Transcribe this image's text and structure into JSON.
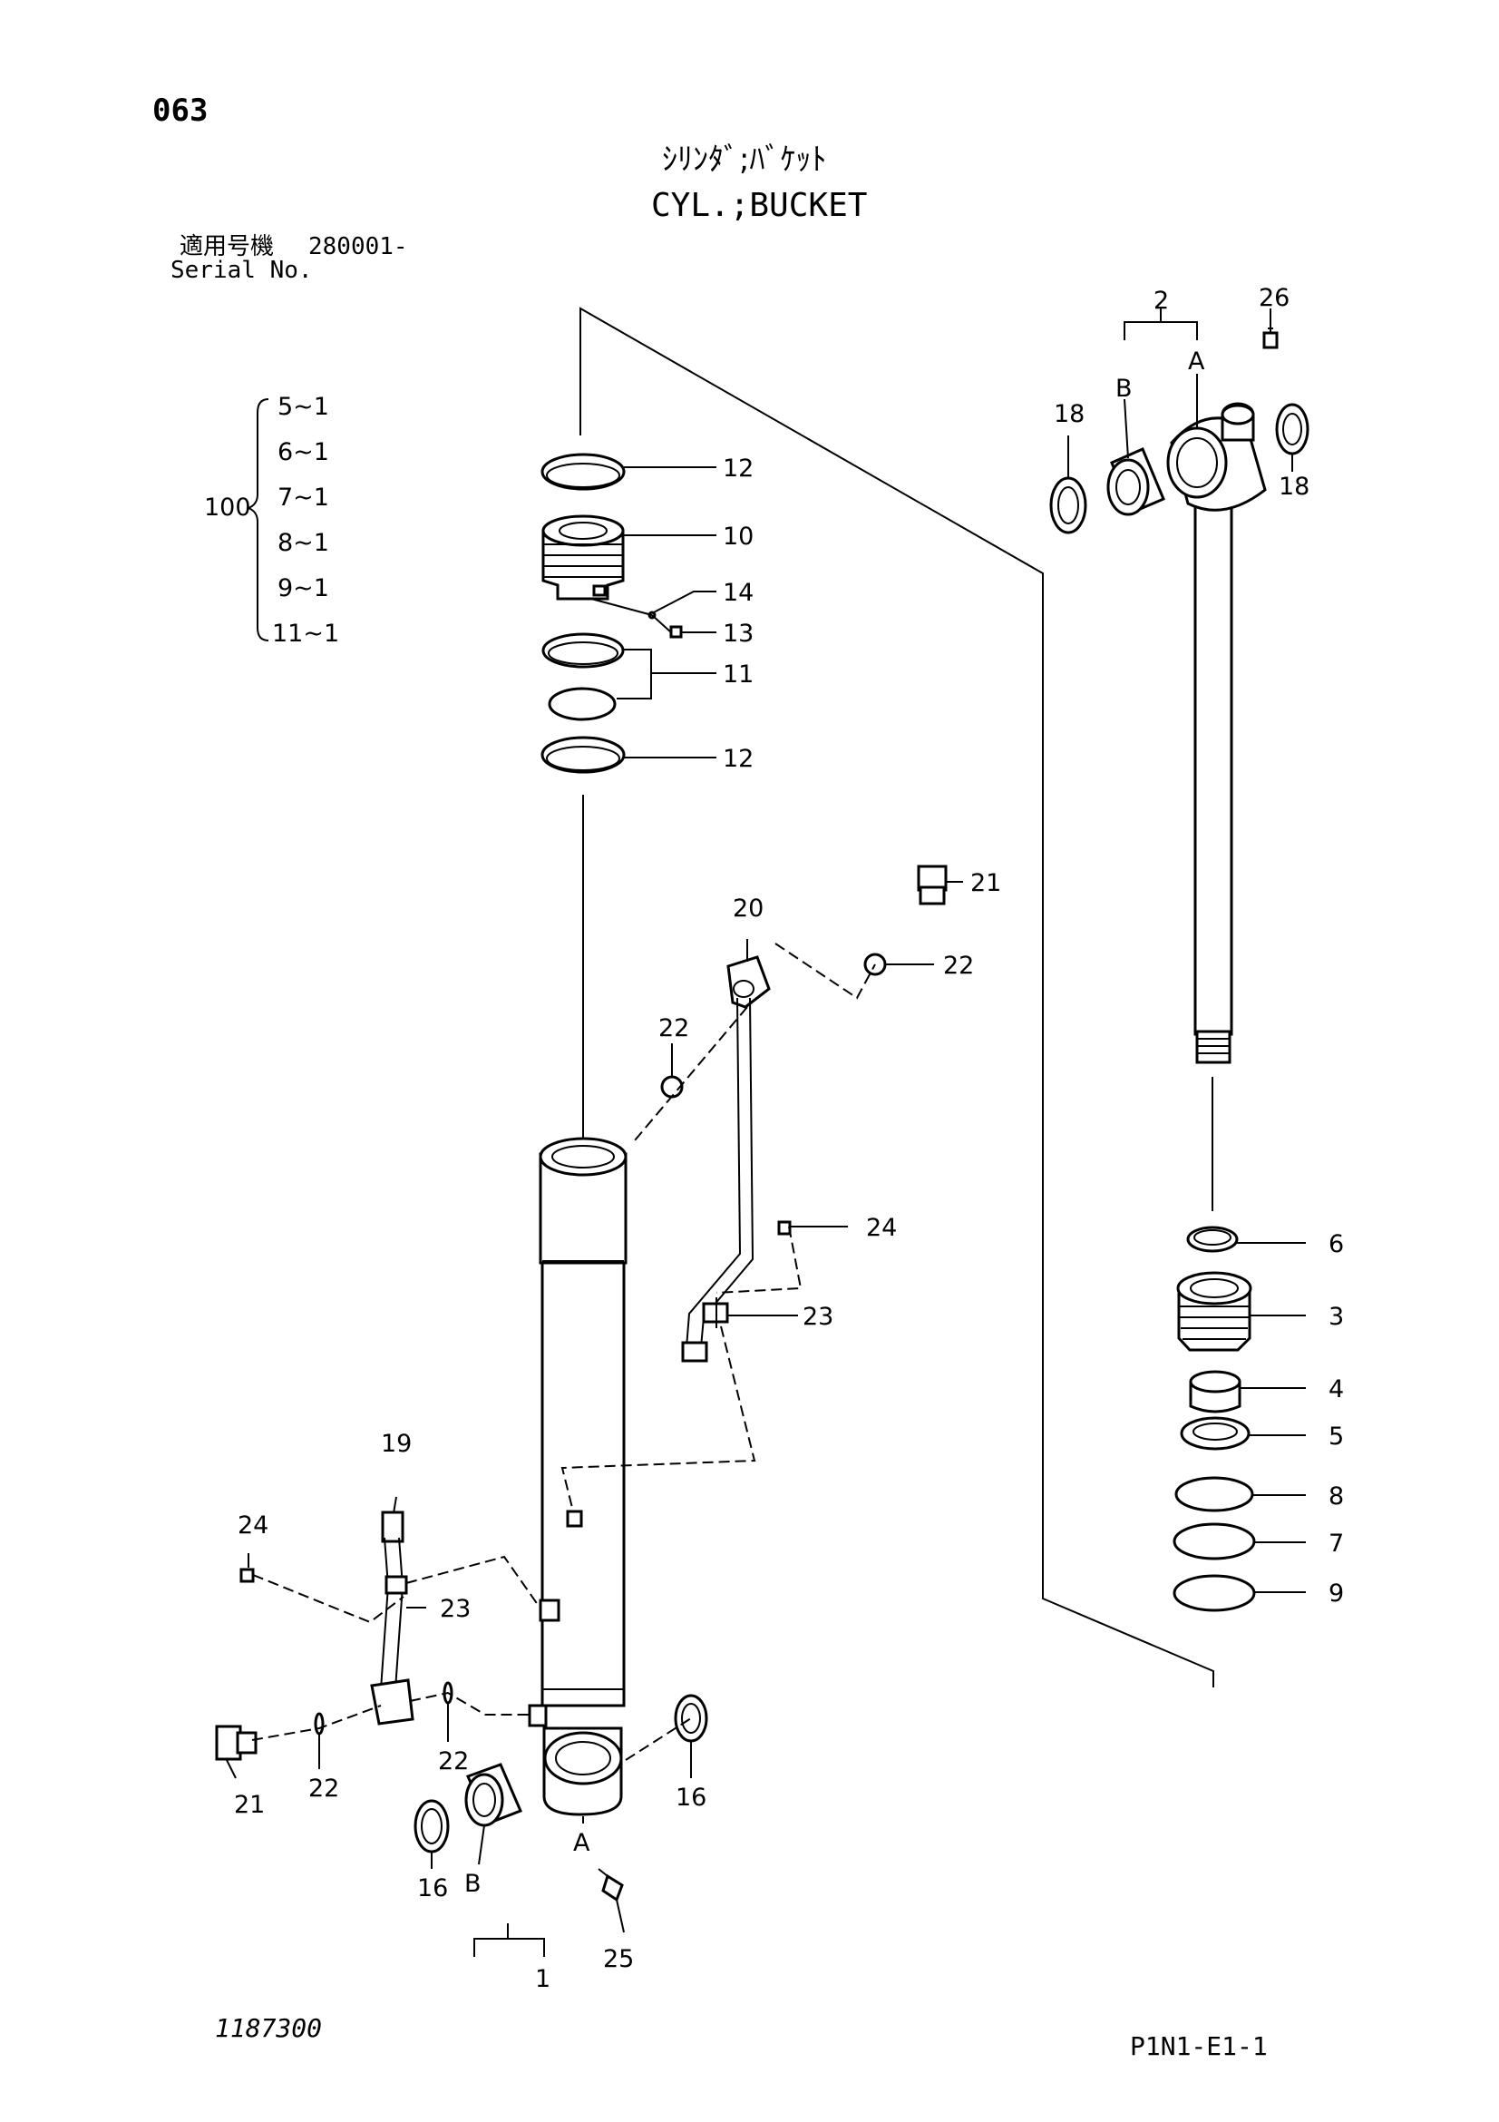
{
  "page": {
    "number": "063",
    "title_jp": "ｼﾘﾝﾀﾞ;ﾊﾞｹｯﾄ",
    "title_en": "CYL.;BUCKET",
    "serial_label_jp": "適用号機",
    "serial_value": "280001-",
    "serial_label_en": "Serial No.",
    "drawing_number": "1187300",
    "sheet_code": "P1N1-E1-1"
  },
  "kit": {
    "number": "100",
    "items": [
      "5~1",
      "6~1",
      "7~1",
      "8~1",
      "9~1",
      "11~1"
    ]
  },
  "callouts": {
    "c1": "1",
    "c2": "2",
    "c3": "3",
    "c4": "4",
    "c5": "5",
    "c6": "6",
    "c7": "7",
    "c8": "8",
    "c9": "9",
    "c10": "10",
    "c11": "11",
    "c12a": "12",
    "c12b": "12",
    "c13": "13",
    "c14": "14",
    "c16a": "16",
    "c16b": "16",
    "c18a": "18",
    "c18b": "18",
    "c19": "19",
    "c20": "20",
    "c21a": "21",
    "c21b": "21",
    "c22a": "22",
    "c22b": "22",
    "c22c": "22",
    "c22d": "22",
    "c23a": "23",
    "c23b": "23",
    "c24a": "24",
    "c24b": "24",
    "c25": "25",
    "c26": "26",
    "subA1": "A",
    "subB1": "B",
    "subA2": "A",
    "subB2": "B"
  }
}
